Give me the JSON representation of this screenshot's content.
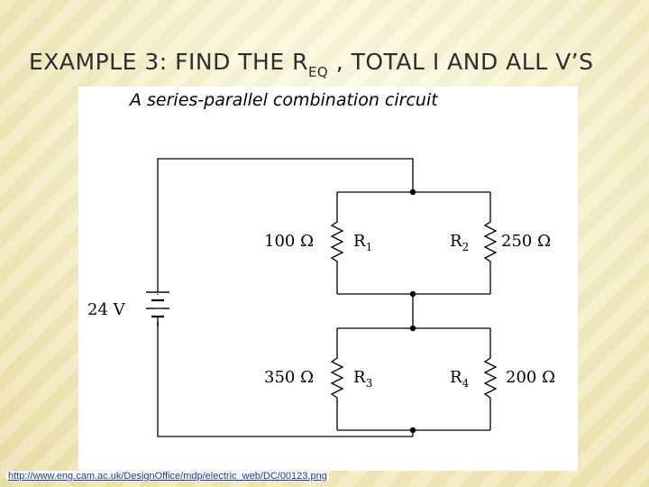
{
  "slide": {
    "title_main": "EXAMPLE 3: FIND THE R",
    "title_sub": "EQ",
    "title_rest": " , TOTAL I AND ALL V’S",
    "source_url": "http://www.eng.cam.ac.uk/DesignOffice/mdp/electric_web/DC/00123.png"
  },
  "circuit": {
    "heading": "A series-parallel combination circuit",
    "battery": {
      "label": "24 V"
    },
    "resistors": [
      {
        "name": "R",
        "index": "1",
        "value": "100 Ω"
      },
      {
        "name": "R",
        "index": "2",
        "value": "250 Ω"
      },
      {
        "name": "R",
        "index": "3",
        "value": "350 Ω"
      },
      {
        "name": "R",
        "index": "4",
        "value": "200 Ω"
      }
    ]
  }
}
